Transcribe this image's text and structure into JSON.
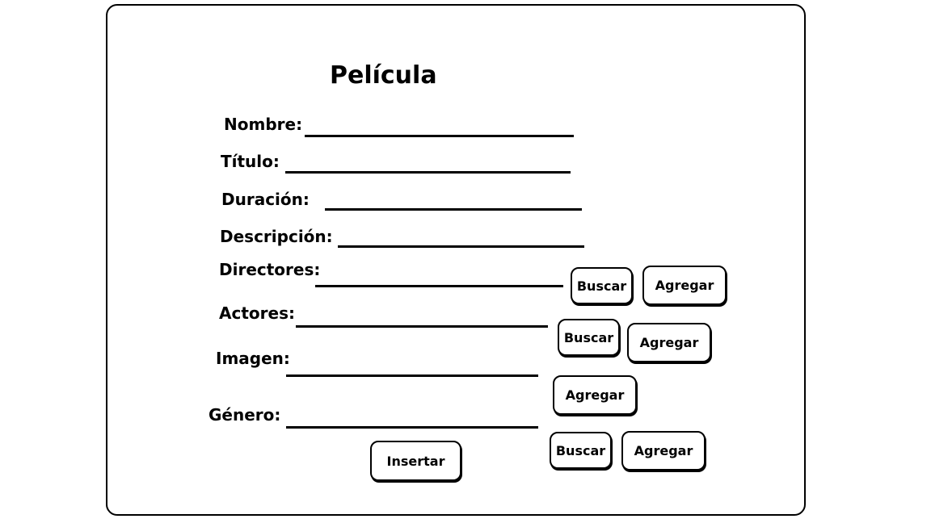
{
  "form": {
    "title": "Película",
    "fields": {
      "nombre": "Nombre:",
      "titulo": "Título:",
      "duracion": "Duración:",
      "descripcion": "Descripción:",
      "directores": "Directores:",
      "actores": "Actores:",
      "imagen": "Imagen:",
      "genero": "Género:"
    },
    "buttons": {
      "buscar": "Buscar",
      "agregar": "Agregar",
      "insertar": "Insertar"
    }
  }
}
